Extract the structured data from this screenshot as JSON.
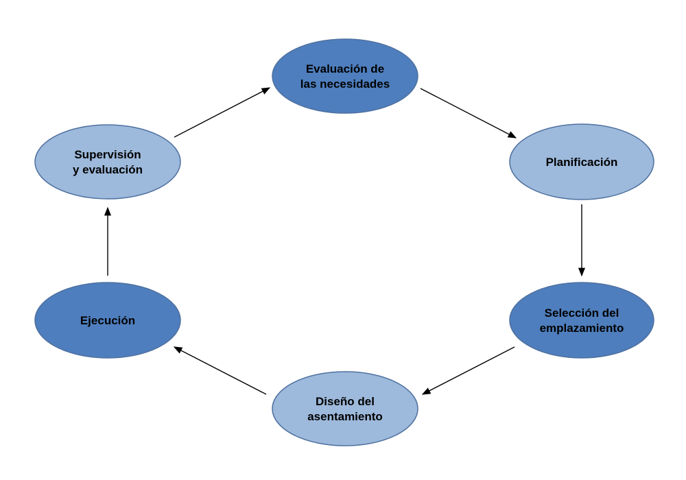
{
  "colors": {
    "dark_node": "#4e7ebd",
    "light_node": "#9db9db",
    "outline": "#4f71a0",
    "arrow": "#000000",
    "text": "#000000"
  },
  "nodes": [
    {
      "id": "evaluacion-necesidades",
      "lines": [
        "Evaluación de",
        "las necesidades"
      ],
      "shade": "dark"
    },
    {
      "id": "planificacion",
      "lines": [
        "Planificación"
      ],
      "shade": "light"
    },
    {
      "id": "seleccion-emplazamiento",
      "lines": [
        "Selección del",
        "emplazamiento"
      ],
      "shade": "dark"
    },
    {
      "id": "diseno-asentamiento",
      "lines": [
        "Diseño del",
        "asentamiento"
      ],
      "shade": "light"
    },
    {
      "id": "ejecucion",
      "lines": [
        "Ejecución"
      ],
      "shade": "dark"
    },
    {
      "id": "supervision-evaluacion",
      "lines": [
        "Supervisión",
        "y evaluación"
      ],
      "shade": "light"
    }
  ],
  "edges": [
    {
      "from": "evaluacion-necesidades",
      "to": "planificacion"
    },
    {
      "from": "planificacion",
      "to": "seleccion-emplazamiento"
    },
    {
      "from": "seleccion-emplazamiento",
      "to": "diseno-asentamiento"
    },
    {
      "from": "diseno-asentamiento",
      "to": "ejecucion"
    },
    {
      "from": "ejecucion",
      "to": "supervision-evaluacion"
    },
    {
      "from": "supervision-evaluacion",
      "to": "evaluacion-necesidades"
    }
  ]
}
